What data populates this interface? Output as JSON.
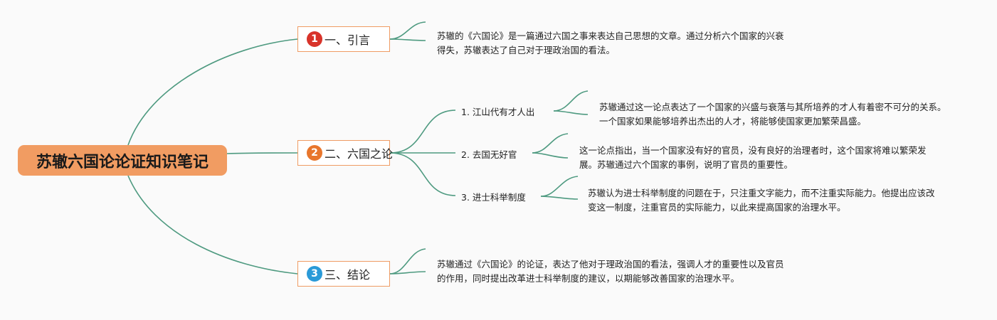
{
  "root": {
    "title": "苏辙六国论论证知识笔记"
  },
  "sections": [
    {
      "number": "1",
      "color": "#d8332a",
      "label": "一、引言",
      "note": "苏辙的《六国论》是一篇通过六国之事来表达自己思想的文章。通过分析六个国家的兴衰得失，苏辙表达了自己对于理政治国的看法。"
    },
    {
      "number": "2",
      "color": "#e8762c",
      "label": "二、六国之论",
      "points": [
        {
          "label": "1. 江山代有才人出",
          "note": "苏辙通过这一论点表达了一个国家的兴盛与衰落与其所培养的才人有着密不可分的关系。一个国家如果能够培养出杰出的人才，将能够使国家更加繁荣昌盛。"
        },
        {
          "label": "2. 去国无好官",
          "note": "这一论点指出，当一个国家没有好的官员，没有良好的治理者时，这个国家将难以繁荣发展。苏辙通过六个国家的事例，说明了官员的重要性。"
        },
        {
          "label": "3. 进士科举制度",
          "note": "苏辙认为进士科举制度的问题在于，只注重文字能力，而不注重实际能力。他提出应该改变这一制度，注重官员的实际能力，以此来提高国家的治理水平。"
        }
      ]
    },
    {
      "number": "3",
      "color": "#2a9ad8",
      "label": "三、结论",
      "note": "苏辙通过《六国论》的论证，表达了他对于理政治国的看法，强调人才的重要性以及官员的作用，同时提出改革进士科举制度的建议，以期能够改善国家的治理水平。"
    }
  ]
}
